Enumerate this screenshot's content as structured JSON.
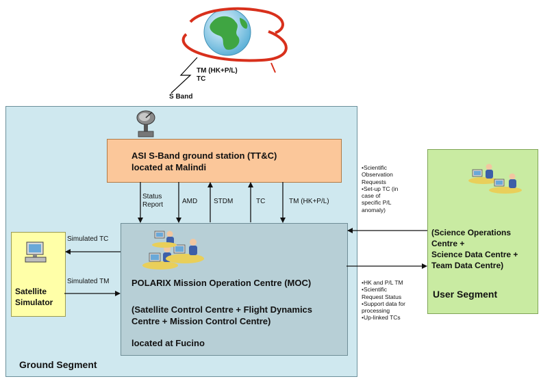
{
  "satellite_link": {
    "tm_line1": "TM (HK+P/L)",
    "tm_line2": "TC",
    "band": "S Band"
  },
  "ground_station": {
    "line1": "ASI S-Band ground station (TT&C)",
    "line2": "located at Malindi"
  },
  "uplink_labels": {
    "status_line1": "Status",
    "status_line2": "Report",
    "amd": "AMD",
    "stdm": "STDM",
    "tc": "TC",
    "tm": "TM (HK+P/L)"
  },
  "moc": {
    "title": "POLARIX Mission Operation Centre (MOC)",
    "sub_line1": "(Satellite Control Centre + Flight Dynamics",
    "sub_line2": "Centre + Mission Control Centre)",
    "location": "located at Fucino"
  },
  "simulator": {
    "line1": "Satellite",
    "line2": "Simulator",
    "tc_label": "Simulated TC",
    "tm_label": "Simulated TM"
  },
  "user_segment": {
    "line1": "(Science Operations",
    "line2": "Centre  +",
    "line3": "Science Data Centre +",
    "line4": "Team Data Centre)",
    "title": "User  Segment"
  },
  "requests_bullets": [
    "•Scientific",
    "Observation",
    "Requests",
    "•Set-up TC (in",
    "case of",
    "specific P/L",
    "anomaly)"
  ],
  "delivery_bullets": [
    "•HK and P/L TM",
    "•Scientific",
    "Request Status",
    "•Support data for",
    "processing",
    "•Up-linked TCs"
  ],
  "ground_segment_title": "Ground  Segment",
  "colors": {
    "ground_fill": "#cfe8ef",
    "station_fill": "#fbc79a",
    "moc_fill": "#b7cfd6",
    "simulator_fill": "#ffffa8",
    "user_fill": "#c9eba2",
    "orbit": "#d8301c"
  },
  "icons": [
    "globe-icon",
    "satellite-dish-icon",
    "operators-icon",
    "workstation-icon"
  ]
}
